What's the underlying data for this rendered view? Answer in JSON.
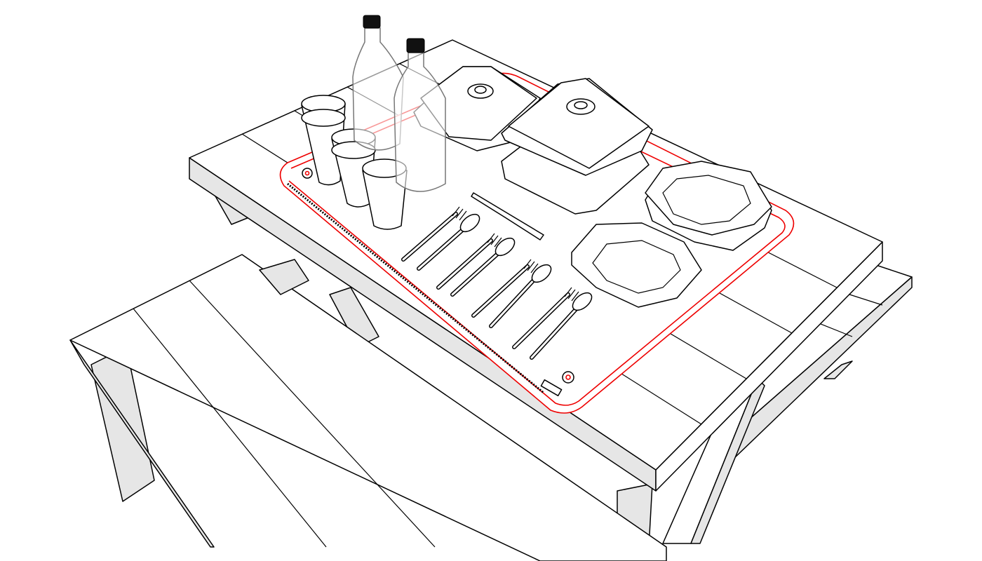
{
  "scene": {
    "subject": "picnic-table",
    "colors": {
      "line": "#000000",
      "shade": "#e6e6e6",
      "mat_outline": "#ee0000",
      "background": "#ffffff"
    },
    "counts": {
      "cups": 5,
      "bottles": 2,
      "food_containers": 3,
      "plates": 3,
      "forks": 4,
      "spoons": 4,
      "knives": 1
    }
  }
}
